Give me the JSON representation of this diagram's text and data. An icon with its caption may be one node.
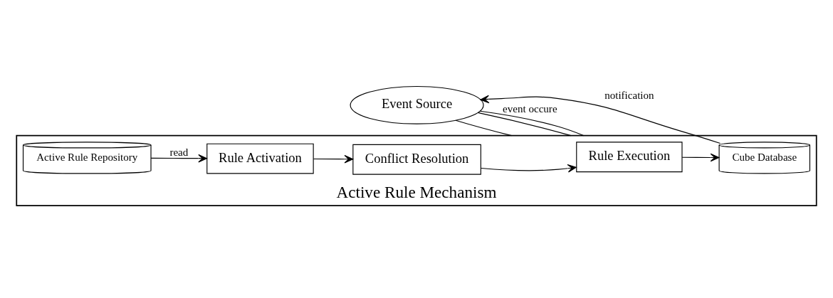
{
  "diagram": {
    "nodes": [
      {
        "text": [
          "Event Source"
        ]
      },
      {
        "text": [
          "Active Rule Mechanism"
        ]
      },
      {
        "text": [
          "Active Rule Repository"
        ],
        "in": 1
      },
      {
        "text": [
          "Rule Execution"
        ],
        "in": 1
      },
      {
        "text": [
          "Rule Activation"
        ],
        "in": 1
      },
      {
        "text": [
          "Conflict Resolution"
        ],
        "in": 1
      },
      {
        "text": [
          "Cube Database"
        ],
        "in": 1
      }
    ],
    "edges": [
      {
        "from": 2,
        "to": 4,
        "arrow": "to",
        "label": "read"
      },
      {
        "from": 4,
        "to": 5,
        "arrow": "to"
      },
      {
        "from": 5,
        "to": 3,
        "arrow": "to"
      },
      {
        "from": 3,
        "to": 6,
        "arrow": "to"
      },
      {
        "from": 6,
        "to": 0,
        "arrow": "to",
        "label": "notification"
      },
      {
        "from": 0,
        "to": 1,
        "arrow": "none",
        "label": "event occure"
      },
      {
        "from": 0,
        "to": 1,
        "arrow": "none"
      },
      {
        "from": 0,
        "to": 1,
        "arrow": "none"
      }
    ]
  }
}
